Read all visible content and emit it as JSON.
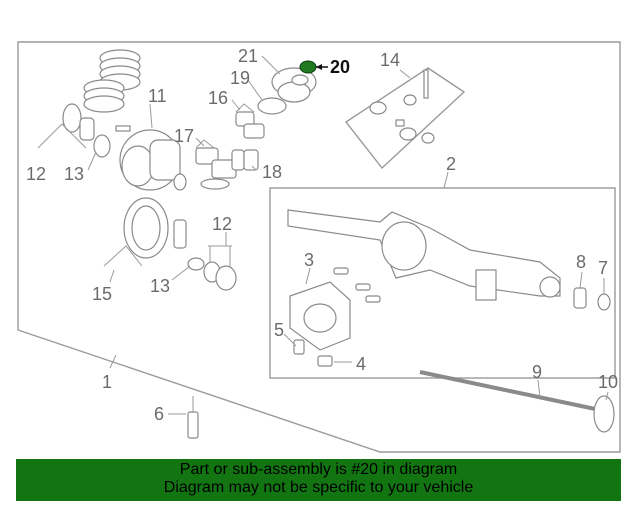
{
  "callouts": {
    "c1": "1",
    "c2": "2",
    "c3": "3",
    "c4": "4",
    "c5": "5",
    "c6": "6",
    "c7": "7",
    "c8": "8",
    "c9": "9",
    "c10": "10",
    "c11": "11",
    "c12a": "12",
    "c12b": "12",
    "c13a": "13",
    "c13b": "13",
    "c14": "14",
    "c15": "15",
    "c16": "16",
    "c17": "17",
    "c18": "18",
    "c19": "19",
    "c20": "20",
    "c21": "21"
  },
  "highlight_part": "20",
  "colors": {
    "highlight": "#1f7a1f",
    "banner": "#127512",
    "line": "#8a8a8a"
  },
  "banner": {
    "line1": "Part or sub-assembly is #20 in diagram",
    "line2": "Diagram may not be specific to your vehicle"
  }
}
